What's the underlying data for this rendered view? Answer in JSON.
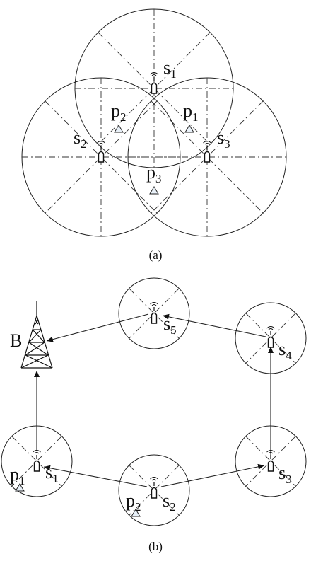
{
  "figure_a": {
    "caption": "(a)",
    "sensors": [
      {
        "name": "s",
        "sub": "1"
      },
      {
        "name": "s",
        "sub": "2"
      },
      {
        "name": "s",
        "sub": "3"
      }
    ],
    "points": [
      {
        "name": "p",
        "sub": "1"
      },
      {
        "name": "p",
        "sub": "2"
      },
      {
        "name": "p",
        "sub": "3"
      }
    ]
  },
  "figure_b": {
    "caption": "(b)",
    "base_station": "B",
    "sensors": [
      {
        "name": "s",
        "sub": "1"
      },
      {
        "name": "s",
        "sub": "2"
      },
      {
        "name": "s",
        "sub": "3"
      },
      {
        "name": "s",
        "sub": "4"
      },
      {
        "name": "s",
        "sub": "5"
      }
    ],
    "points": [
      {
        "name": "p",
        "sub": "1"
      },
      {
        "name": "p",
        "sub": "2"
      }
    ]
  }
}
